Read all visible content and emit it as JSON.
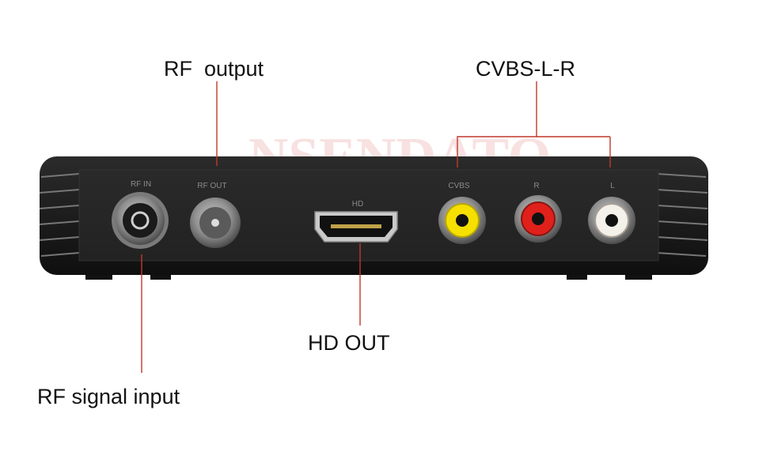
{
  "callouts": {
    "rf_output": "RF  output",
    "cvbs_l_r": "CVBS-L-R",
    "hd_out": "HD OUT",
    "rf_signal_input": "RF signal input"
  },
  "panel_labels": {
    "rf_in": "RF IN",
    "rf_out": "RF OUT",
    "hd": "HD",
    "cvbs": "CVBS",
    "r": "R",
    "l": "L"
  },
  "watermark": "NSENDATO",
  "colors": {
    "leader_line": "#c0392b",
    "device_body": "#1c1c1c",
    "cvbs_jack": "#f5e000",
    "r_jack": "#e0201b",
    "l_jack": "#f4f0ea"
  }
}
